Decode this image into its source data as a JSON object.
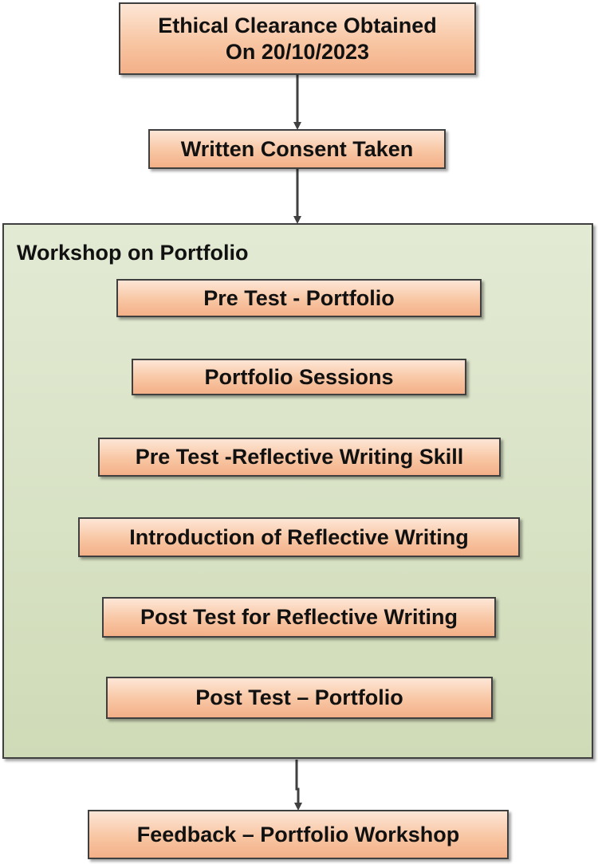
{
  "diagram": {
    "steps": {
      "ethical_clearance": {
        "line1": "Ethical Clearance Obtained",
        "line2": "On 20/10/2023"
      },
      "written_consent": "Written Consent Taken",
      "feedback": "Feedback – Portfolio Workshop"
    },
    "workshop": {
      "title": "Workshop on Portfolio",
      "steps": [
        "Pre Test - Portfolio",
        "Portfolio Sessions",
        "Pre Test -Reflective Writing Skill",
        "Introduction of Reflective Writing",
        "Post Test for Reflective Writing",
        "Post Test – Portfolio"
      ]
    },
    "colors": {
      "step_fill": "#f8c6a3",
      "group_fill": "#d7e1c3",
      "border": "#3f3f3f",
      "arrow": "#404040"
    }
  }
}
